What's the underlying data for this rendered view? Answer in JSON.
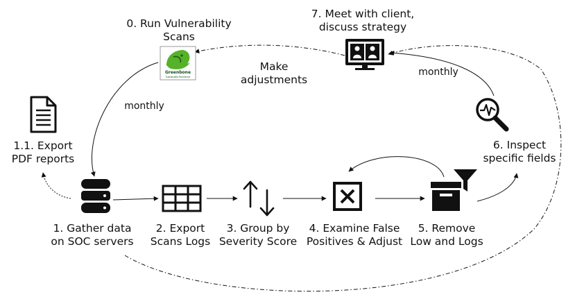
{
  "steps": {
    "s0": {
      "line1": "0. Run Vulnerability",
      "line2": "Scans"
    },
    "s7": {
      "line1": "7. Meet with client,",
      "line2": "discuss strategy"
    },
    "s11": {
      "line1": "1.1. Export",
      "line2": "PDF reports"
    },
    "s1": {
      "line1": "1. Gather data",
      "line2": "on SOC servers"
    },
    "s2": {
      "line1": "2. Export",
      "line2": "Scans Logs"
    },
    "s3": {
      "line1": "3. Group by",
      "line2": "Severity Score"
    },
    "s4": {
      "line1": "4. Examine False",
      "line2": "Positives & Adjust"
    },
    "s5": {
      "line1": "5. Remove",
      "line2": "Low and Logs"
    },
    "s6": {
      "line1": "6. Inspect",
      "line2": "specific fields"
    }
  },
  "edges": {
    "make_adjustments": {
      "line1": "Make",
      "line2": "adjustments"
    },
    "monthly_left": "monthly",
    "monthly_right": "monthly"
  },
  "logo": {
    "name": "Greenbone",
    "tagline": "Sustainable Resilience"
  },
  "icons": [
    "greenbone-logo-icon",
    "document-icon",
    "database-icon",
    "table-icon",
    "sort-arrows-icon",
    "x-box-icon",
    "filter-box-icon",
    "magnifier-pulse-icon",
    "video-conference-icon"
  ]
}
